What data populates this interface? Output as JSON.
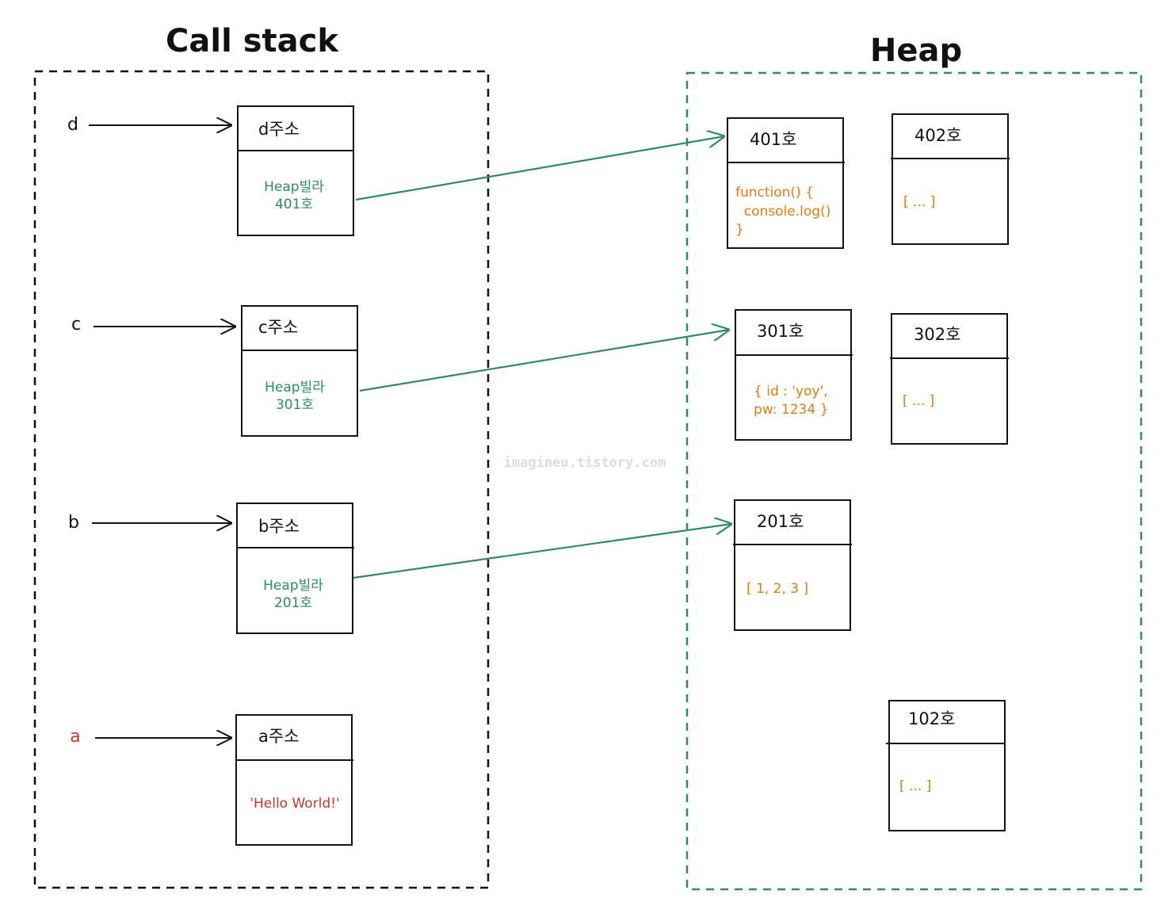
{
  "titles": {
    "stack": "Call stack",
    "heap": "Heap"
  },
  "watermark": "imagineu.tistory.com",
  "stack": [
    {
      "var": "d",
      "address": "d주소",
      "value_lines": [
        "Heap빌라",
        "401호"
      ],
      "kind": "reference"
    },
    {
      "var": "c",
      "address": "c주소",
      "value_lines": [
        "Heap빌라",
        "301호"
      ],
      "kind": "reference"
    },
    {
      "var": "b",
      "address": "b주소",
      "value_lines": [
        "Heap빌라",
        "201호"
      ],
      "kind": "reference"
    },
    {
      "var": "a",
      "address": "a주소",
      "value_lines": [
        "'Hello World!'"
      ],
      "kind": "primitive"
    }
  ],
  "heap": [
    {
      "room": "401호",
      "content_lines": [
        "function() {",
        "  console.log()",
        "}"
      ]
    },
    {
      "room": "402호",
      "content_lines": [
        "[ ... ]"
      ]
    },
    {
      "room": "301호",
      "content_lines": [
        "{ id : 'yoy',",
        "pw: 1234 }"
      ]
    },
    {
      "room": "302호",
      "content_lines": [
        "[ ... ]"
      ]
    },
    {
      "room": "201호",
      "content_lines": [
        "[ 1, 2, 3 ]"
      ]
    },
    {
      "room": "102호",
      "content_lines": [
        "[ ... ]"
      ]
    }
  ],
  "colors": {
    "reference_green": "#2e8b62",
    "primitive_red": "#c0392b",
    "heap_orange": "#e07b10",
    "ink": "#111111"
  }
}
